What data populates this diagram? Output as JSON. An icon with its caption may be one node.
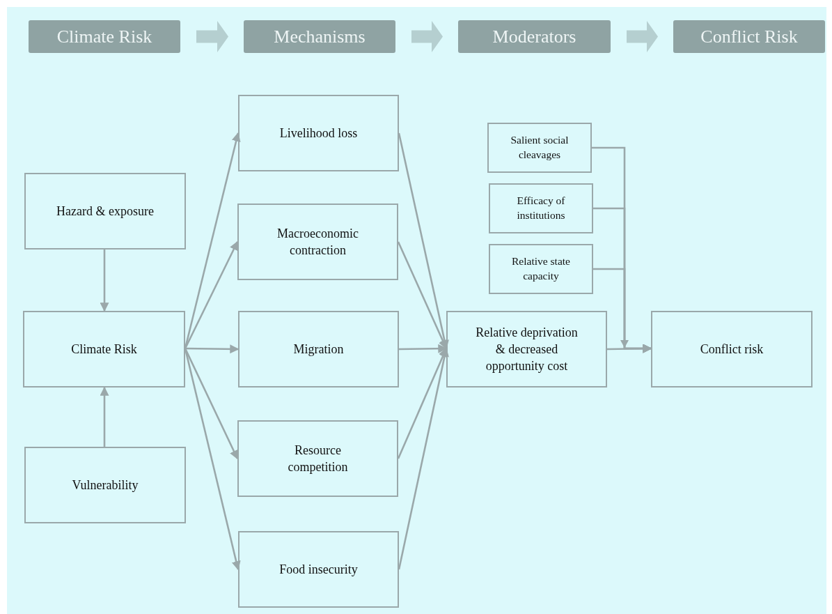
{
  "diagram": {
    "nodes": [
      {
        "text": [
          "Climate Risk"
        ]
      },
      {
        "text": [
          "Mechanisms"
        ]
      },
      {
        "text": [
          "Moderators"
        ]
      },
      {
        "text": [
          "Conflict Risk"
        ]
      },
      {
        "text": [
          "Hazard & exposure"
        ]
      },
      {
        "text": [
          "Climate Risk"
        ]
      },
      {
        "text": [
          "Vulnerability"
        ]
      },
      {
        "text": [
          "Livelihood loss"
        ]
      },
      {
        "text": [
          "Macroeconomic contraction"
        ]
      },
      {
        "text": [
          "Migration"
        ]
      },
      {
        "text": [
          "Resource competition"
        ]
      },
      {
        "text": [
          "Food insecurity"
        ]
      },
      {
        "text": [
          "Salient social cleavages"
        ]
      },
      {
        "text": [
          "Efficacy of institutions"
        ]
      },
      {
        "text": [
          "Relative state capacity"
        ]
      },
      {
        "text": [
          "Relative deprivation & decreased opportunity cost"
        ]
      },
      {
        "text": [
          "Conflict risk"
        ]
      }
    ],
    "edges": [
      {
        "from": 0,
        "to": 1,
        "arrow": "to",
        "style": "thick",
        "color": "#b5cfd0"
      },
      {
        "from": 1,
        "to": 2,
        "arrow": "to",
        "style": "thick",
        "color": "#b5cfd0"
      },
      {
        "from": 2,
        "to": 3,
        "arrow": "to",
        "style": "thick",
        "color": "#b5cfd0"
      },
      {
        "from": 4,
        "to": 5,
        "arrow": "to"
      },
      {
        "from": 6,
        "to": 5,
        "arrow": "to"
      },
      {
        "from": 5,
        "to": 7,
        "arrow": "to"
      },
      {
        "from": 5,
        "to": 8,
        "arrow": "to"
      },
      {
        "from": 5,
        "to": 9,
        "arrow": "to"
      },
      {
        "from": 5,
        "to": 10,
        "arrow": "to"
      },
      {
        "from": 5,
        "to": 11,
        "arrow": "to"
      },
      {
        "from": 7,
        "to": 15,
        "arrow": "to"
      },
      {
        "from": 8,
        "to": 15,
        "arrow": "to"
      },
      {
        "from": 9,
        "to": 15,
        "arrow": "to"
      },
      {
        "from": 10,
        "to": 15,
        "arrow": "to"
      },
      {
        "from": 11,
        "to": 15,
        "arrow": "to"
      },
      {
        "from": 12,
        "to": 16,
        "arrow": "to"
      },
      {
        "from": 13,
        "to": 16,
        "arrow": "to"
      },
      {
        "from": 14,
        "to": 16,
        "arrow": "to"
      },
      {
        "from": 15,
        "to": 16,
        "arrow": "to"
      }
    ]
  }
}
